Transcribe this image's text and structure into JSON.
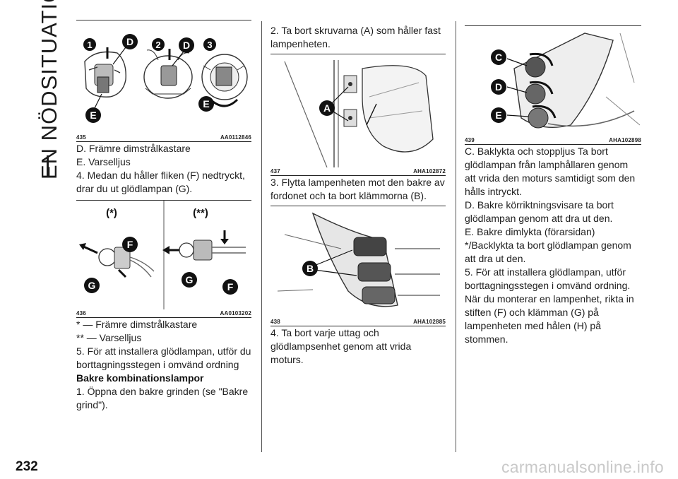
{
  "side_title": "EN NÖDSITUATION",
  "page_number": "232",
  "watermark": "carmanualsonline.info",
  "fig435": {
    "num": "435",
    "code": "AA0112846",
    "labels": {
      "n1": "1",
      "n2": "2",
      "n3": "3",
      "d": "D",
      "e": "E"
    }
  },
  "fig436": {
    "num": "436",
    "code": "AA0103202",
    "labels": {
      "star1": "(*)",
      "star2": "(**)",
      "f": "F",
      "g": "G"
    }
  },
  "fig437": {
    "num": "437",
    "code": "AHA102872",
    "labels": {
      "a": "A"
    }
  },
  "fig438": {
    "num": "438",
    "code": "AHA102885",
    "labels": {
      "b": "B"
    }
  },
  "fig439": {
    "num": "439",
    "code": "AHA102898",
    "labels": {
      "c": "C",
      "d": "D",
      "e": "E"
    }
  },
  "col1": {
    "p1": "D. Främre dimstrålkastare",
    "p2": "E. Varselljus",
    "p3": "4. Medan du håller fliken (F) nedtryckt, drar du ut glödlampan (G).",
    "p4": "* — Främre dimstrålkastare",
    "p5": "** — Varselljus",
    "p6": "5. För att installera glödlampan, utför du borttagningsstegen i omvänd ordning",
    "heading": "Bakre kombinationslampor",
    "p7": "1. Öppna den bakre grinden (se \"Bakre grind\")."
  },
  "col2": {
    "p1": "2. Ta bort skruvarna (A) som håller fast lampenheten.",
    "p2": "3. Flytta lampenheten mot den bakre av fordonet och ta bort klämmorna (B).",
    "p3": "4. Ta bort varje uttag och glödlampsenhet genom att vrida moturs."
  },
  "col3": {
    "p1": "C. Baklykta och stoppljus Ta bort glödlampan från lamphållaren genom att vrida den moturs samtidigt som den hålls intryckt.",
    "p2": "D. Bakre körriktningsvisare ta bort glödlampan genom att dra ut den.",
    "p3": "E. Bakre dimlykta (förarsidan)",
    "p4": "*/Backlykta ta bort glödlampan genom att dra ut den.",
    "p5": "5. För att installera glödlampan, utför borttagningsstegen i omvänd ordning.",
    "p6": "När du monterar en lampenhet, rikta in stiften (F) och klämman (G) på lampenheten med hålen (H) på stommen."
  }
}
